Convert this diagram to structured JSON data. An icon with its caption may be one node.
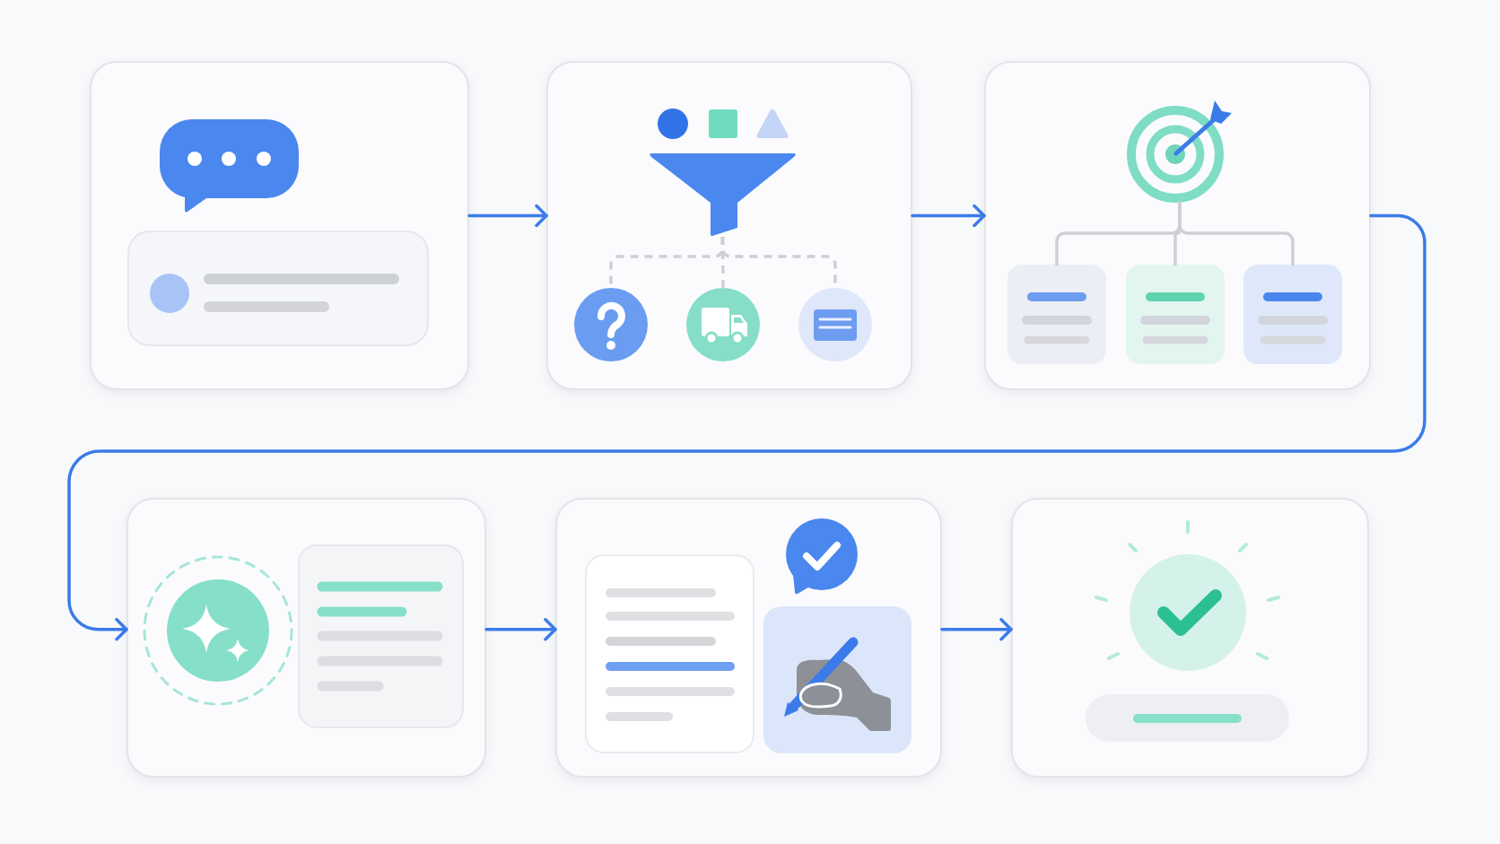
{
  "diagram": {
    "nodes": [
      {
        "text": [],
        "shape": "box"
      },
      {
        "text": [],
        "shape": "box"
      },
      {
        "text": [],
        "shape": "funnel",
        "in": 1
      },
      {
        "text": [],
        "shape": "circle",
        "in": 1
      },
      {
        "text": [],
        "shape": "circle",
        "in": 1
      },
      {
        "text": [],
        "shape": "circle",
        "in": 1
      },
      {
        "text": [],
        "shape": "box"
      },
      {
        "text": [],
        "shape": "target",
        "in": 6
      },
      {
        "text": [],
        "shape": "box",
        "in": 6
      },
      {
        "text": [],
        "shape": "box",
        "in": 6
      },
      {
        "text": [],
        "shape": "box",
        "in": 6
      },
      {
        "text": [],
        "shape": "box"
      },
      {
        "text": [],
        "shape": "box"
      },
      {
        "text": [],
        "shape": "box"
      }
    ],
    "edges": [
      {
        "from": 0,
        "to": 1,
        "arrow": "to",
        "color": "#3b7be9"
      },
      {
        "from": 2,
        "to": 3,
        "arrow": "none",
        "style": "dashed"
      },
      {
        "from": 2,
        "to": 4,
        "arrow": "none",
        "style": "dashed"
      },
      {
        "from": 2,
        "to": 5,
        "arrow": "none",
        "style": "dashed"
      },
      {
        "from": 1,
        "to": 6,
        "arrow": "to",
        "color": "#3b7be9"
      },
      {
        "from": 7,
        "to": 8,
        "arrow": "none"
      },
      {
        "from": 7,
        "to": 9,
        "arrow": "none"
      },
      {
        "from": 7,
        "to": 10,
        "arrow": "none"
      },
      {
        "from": 6,
        "to": 11,
        "arrow": "to",
        "color": "#3b7be9"
      },
      {
        "from": 11,
        "to": 12,
        "arrow": "to",
        "color": "#3b7be9"
      },
      {
        "from": 12,
        "to": 13,
        "arrow": "to",
        "color": "#3b7be9"
      }
    ]
  }
}
